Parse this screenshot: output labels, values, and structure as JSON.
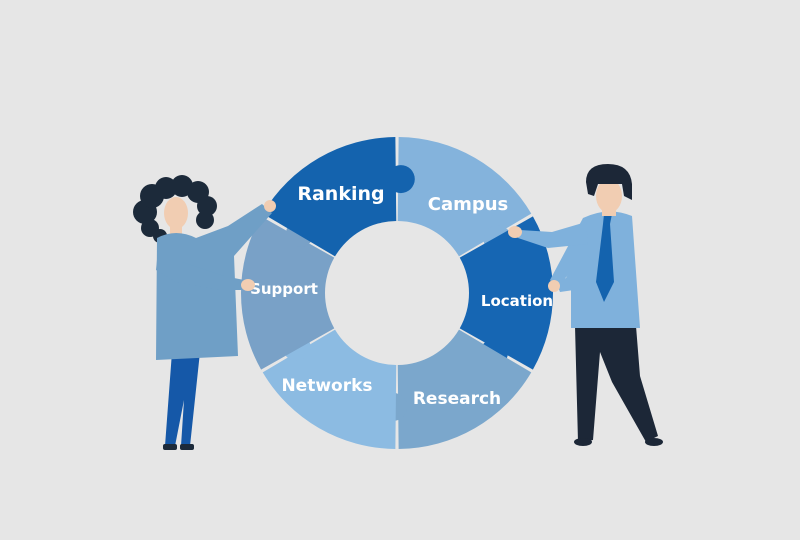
{
  "diagram": {
    "segments": [
      {
        "id": "ranking",
        "label": "Ranking",
        "color": "#84b3dc"
      },
      {
        "id": "campus",
        "label": "Campus",
        "color": "#1666b3"
      },
      {
        "id": "location",
        "label": "Location",
        "color": "#7ba7cc"
      },
      {
        "id": "research",
        "label": "Research",
        "color": "#8cbbe2"
      },
      {
        "id": "networks",
        "label": "Networks",
        "color": "#79a1c7"
      },
      {
        "id": "support",
        "label": "Support",
        "color": "#1463ae"
      }
    ]
  },
  "colors": {
    "background": "#e6e6e6",
    "woman_dress": "#6f9fc6",
    "woman_legs": "#1558a8",
    "woman_hair": "#1c2a3a",
    "skin": "#f1cdb2",
    "man_shirt": "#7fb1dc",
    "man_pants": "#1c2737",
    "man_tie": "#1463ae"
  },
  "icons": [
    "woman-illustration",
    "man-illustration",
    "puzzle-ring"
  ]
}
